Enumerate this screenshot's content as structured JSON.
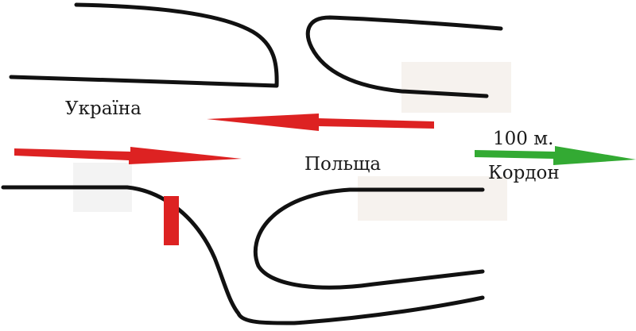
{
  "labels": {
    "ukraine": "Україна",
    "poland": "Польща",
    "distance": "100 м.",
    "border": "Кордон"
  },
  "colors": {
    "road": "#111111",
    "traffic_arrow": "#dd2222",
    "barrier": "#dd2222",
    "border_arrow": "#33aa33",
    "background": "#ffffff",
    "highlight_patch": "#f6f2ee"
  }
}
